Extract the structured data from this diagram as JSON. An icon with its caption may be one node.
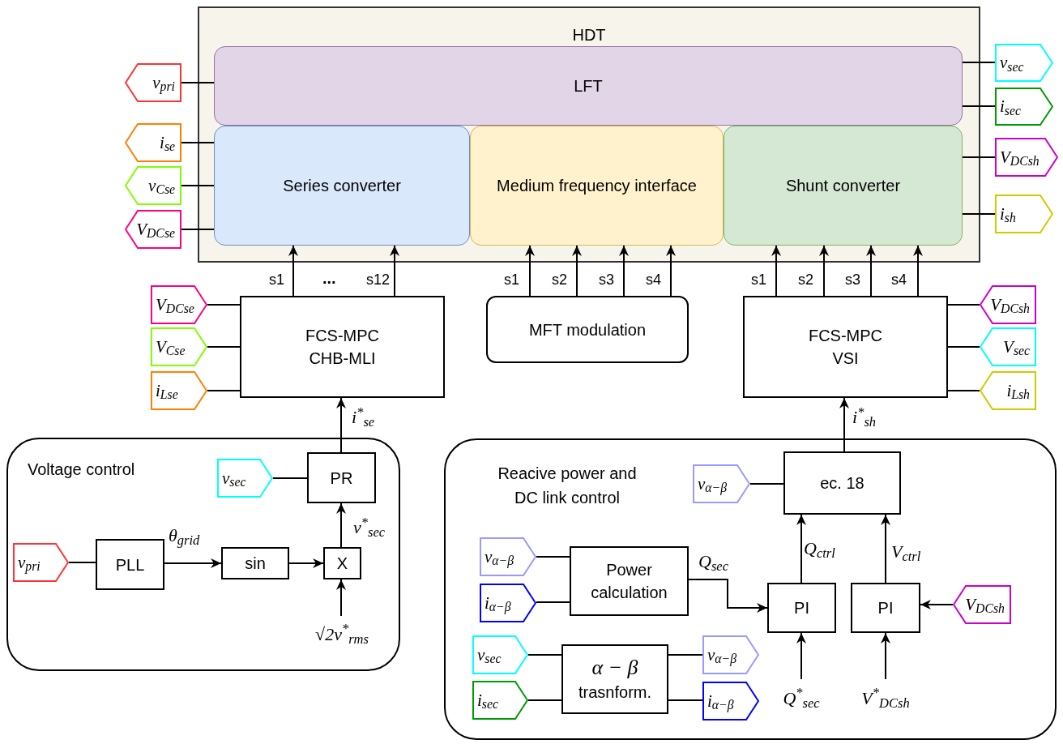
{
  "diagram": {
    "nodes": [
      {
        "text": [
          "HDT"
        ]
      },
      {
        "text": [
          "LFT"
        ],
        "in": 0
      },
      {
        "text": [
          "Series converter"
        ],
        "in": 0
      },
      {
        "text": [
          "Medium frequency interface"
        ],
        "in": 0
      },
      {
        "text": [
          "Shunt converter"
        ],
        "in": 0
      },
      {
        "text": [
          "v$_{pri}$"
        ]
      },
      {
        "text": [
          "i$_{se}$"
        ]
      },
      {
        "text": [
          "v$_{Cse}$"
        ]
      },
      {
        "text": [
          "V$_{DCse}$"
        ]
      },
      {
        "text": [
          "v$_{sec}$"
        ]
      },
      {
        "text": [
          "i$_{sec}$"
        ]
      },
      {
        "text": [
          "V$_{DCsh}$"
        ]
      },
      {
        "text": [
          "i$_{sh}$"
        ]
      },
      {
        "text": [
          "FCS-MPC",
          "CHB-MLI"
        ]
      },
      {
        "text": [
          "MFT modulation"
        ]
      },
      {
        "text": [
          "FCS-MPC",
          "VSI"
        ]
      },
      {
        "text": [
          "V$_{DCse}$"
        ]
      },
      {
        "text": [
          "V$_{Cse}$"
        ]
      },
      {
        "text": [
          "i$_{Lse}$"
        ]
      },
      {
        "text": [
          "V$_{DCsh}$"
        ]
      },
      {
        "text": [
          "V$_{sec}$"
        ]
      },
      {
        "text": [
          "i$_{Lsh}$"
        ]
      },
      {
        "text": [
          "Voltage control"
        ]
      },
      {
        "text": [
          "PR"
        ],
        "in": 22
      },
      {
        "text": [
          "v$_{sec}$"
        ],
        "in": 22
      },
      {
        "text": [
          "v$_{pri}$"
        ],
        "in": 22
      },
      {
        "text": [
          "PLL"
        ],
        "in": 22
      },
      {
        "text": [
          "sin"
        ],
        "in": 22
      },
      {
        "text": [
          "X"
        ],
        "in": 22
      },
      {
        "text": [
          "√2v$^{*}$$_{rms}$"
        ],
        "in": 22
      },
      {
        "text": [
          "Reacive power and DC link control"
        ]
      },
      {
        "text": [
          "ec. 18"
        ],
        "in": 30
      },
      {
        "text": [
          "v$_{α−β}$"
        ],
        "in": 30
      },
      {
        "text": [
          "v$_{α−β}$"
        ],
        "in": 30
      },
      {
        "text": [
          "i$_{α−β}$"
        ],
        "in": 30
      },
      {
        "text": [
          "Power calculation"
        ],
        "in": 30
      },
      {
        "text": [
          "PI"
        ],
        "in": 30
      },
      {
        "text": [
          "PI"
        ],
        "in": 30
      },
      {
        "text": [
          "V$_{DCsh}$"
        ],
        "in": 30
      },
      {
        "text": [
          "v$_{sec}$"
        ],
        "in": 30
      },
      {
        "text": [
          "i$_{sec}$"
        ],
        "in": 30
      },
      {
        "text": [
          "α − β",
          "trasnform."
        ],
        "in": 30
      },
      {
        "text": [
          "v$_{α−β}$"
        ],
        "in": 30
      },
      {
        "text": [
          "i$_{α−β}$"
        ],
        "in": 30
      },
      {
        "text": [
          "Q$^{*}$$_{sec}$"
        ],
        "in": 30
      },
      {
        "text": [
          "V$^{*}$$_{DCsh}$"
        ],
        "in": 30
      }
    ],
    "edges": [
      {
        "from": 1,
        "to": 5,
        "arrow": "none"
      },
      {
        "from": 2,
        "to": 6,
        "arrow": "none"
      },
      {
        "from": 2,
        "to": 7,
        "arrow": "none"
      },
      {
        "from": 2,
        "to": 8,
        "arrow": "none"
      },
      {
        "from": 1,
        "to": 9,
        "arrow": "none"
      },
      {
        "from": 1,
        "to": 10,
        "arrow": "none"
      },
      {
        "from": 4,
        "to": 11,
        "arrow": "none"
      },
      {
        "from": 4,
        "to": 12,
        "arrow": "none"
      },
      {
        "from": 13,
        "to": 2,
        "arrow": "to",
        "label": "s1"
      },
      {
        "from": 13,
        "to": 2,
        "arrow": "to",
        "label": "s12"
      },
      {
        "from": 14,
        "to": 3,
        "arrow": "to",
        "label": "s1"
      },
      {
        "from": 14,
        "to": 3,
        "arrow": "to",
        "label": "s2"
      },
      {
        "from": 14,
        "to": 3,
        "arrow": "to",
        "label": "s3"
      },
      {
        "from": 14,
        "to": 3,
        "arrow": "to",
        "label": "s4"
      },
      {
        "from": 15,
        "to": 4,
        "arrow": "to",
        "label": "s1"
      },
      {
        "from": 15,
        "to": 4,
        "arrow": "to",
        "label": "s2"
      },
      {
        "from": 15,
        "to": 4,
        "arrow": "to",
        "label": "s3"
      },
      {
        "from": 15,
        "to": 4,
        "arrow": "to",
        "label": "s4"
      },
      {
        "from": 16,
        "to": 13,
        "arrow": "none"
      },
      {
        "from": 17,
        "to": 13,
        "arrow": "none"
      },
      {
        "from": 18,
        "to": 13,
        "arrow": "none"
      },
      {
        "from": 19,
        "to": 15,
        "arrow": "none"
      },
      {
        "from": 20,
        "to": 15,
        "arrow": "none"
      },
      {
        "from": 21,
        "to": 15,
        "arrow": "none"
      },
      {
        "from": 23,
        "to": 13,
        "arrow": "to",
        "label": "i$^{*}$$_{se}$"
      },
      {
        "from": 24,
        "to": 23,
        "arrow": "none"
      },
      {
        "from": 25,
        "to": 26,
        "arrow": "none"
      },
      {
        "from": 26,
        "to": 27,
        "arrow": "to",
        "label": "θ$_{grid}$"
      },
      {
        "from": 27,
        "to": 28,
        "arrow": "to"
      },
      {
        "from": 28,
        "to": 23,
        "arrow": "to",
        "label": "v$^{*}$$_{sec}$"
      },
      {
        "from": 29,
        "to": 28,
        "arrow": "to"
      },
      {
        "from": 31,
        "to": 15,
        "arrow": "to",
        "label": "i$^{*}$$_{sh}$"
      },
      {
        "from": 32,
        "to": 31,
        "arrow": "none"
      },
      {
        "from": 33,
        "to": 35,
        "arrow": "none"
      },
      {
        "from": 34,
        "to": 35,
        "arrow": "none"
      },
      {
        "from": 35,
        "to": 36,
        "arrow": "to",
        "label": "Q$_{sec}$"
      },
      {
        "from": 36,
        "to": 31,
        "arrow": "to",
        "label": "Q$_{ctrl}$"
      },
      {
        "from": 37,
        "to": 31,
        "arrow": "to",
        "label": "V$_{ctrl}$"
      },
      {
        "from": 38,
        "to": 37,
        "arrow": "to"
      },
      {
        "from": 39,
        "to": 41,
        "arrow": "none"
      },
      {
        "from": 40,
        "to": 41,
        "arrow": "none"
      },
      {
        "from": 41,
        "to": 42,
        "arrow": "none"
      },
      {
        "from": 41,
        "to": 43,
        "arrow": "none"
      },
      {
        "from": 44,
        "to": 36,
        "arrow": "to"
      },
      {
        "from": 45,
        "to": 37,
        "arrow": "to"
      }
    ],
    "labels": [
      "..."
    ]
  }
}
